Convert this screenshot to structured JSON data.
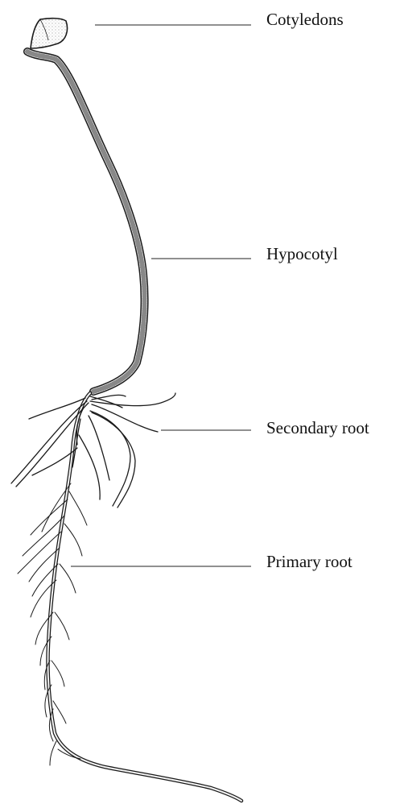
{
  "labels": {
    "cotyledons": "Cotyledons",
    "hypocotyl": "Hypocotyl",
    "secondary_root": "Secondary root",
    "primary_root": "Primary root"
  },
  "colors": {
    "ink": "#1a1a1a",
    "leader_line": "#222222",
    "background": "#ffffff"
  }
}
